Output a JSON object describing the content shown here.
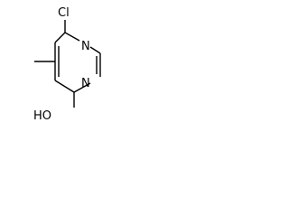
{
  "molecule": {
    "atoms": {
      "chlorine": "Cl",
      "nitrogen_top": "N",
      "nitrogen_bottom": "N",
      "hydroxyl": "HO"
    }
  }
}
